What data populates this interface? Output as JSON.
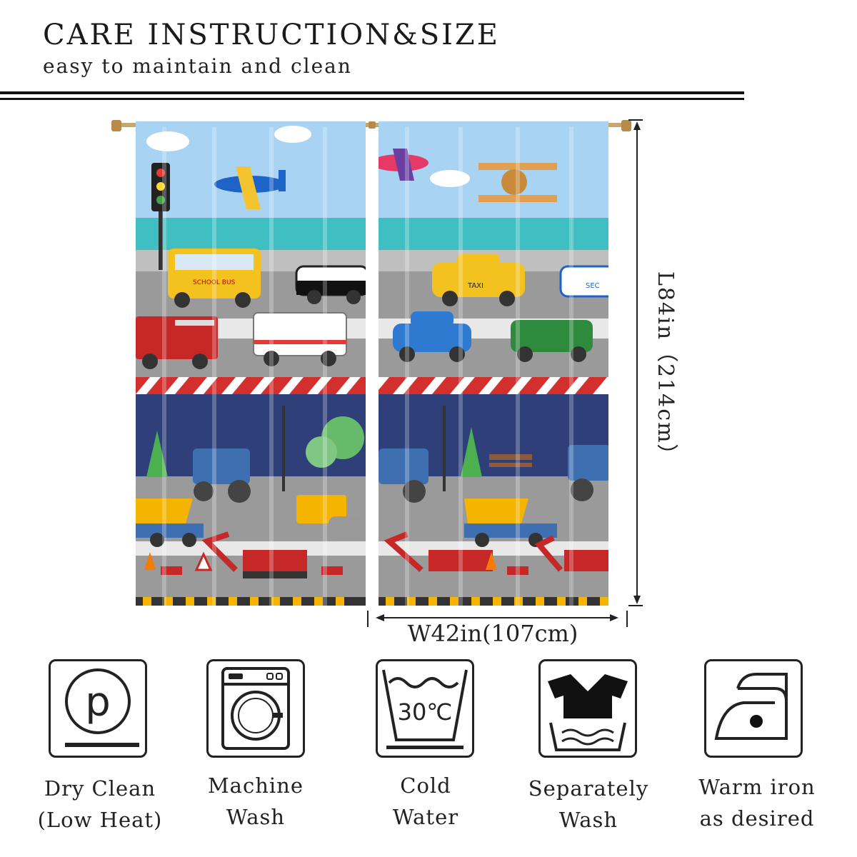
{
  "header": {
    "title": "CARE INSTRUCTION&SIZE",
    "subtitle": "easy to maintain and clean"
  },
  "dimensions": {
    "length": "L84in（214cm）",
    "width": "W42in(107cm)"
  },
  "curtain_labels": {
    "bus": "SCHOOL BUS",
    "taxi": "TAXI",
    "sec": "SEC"
  },
  "care": [
    {
      "icon": "dry-clean-p-icon",
      "line1": "Dry Clean",
      "line2": "(Low Heat)"
    },
    {
      "icon": "washing-machine-icon",
      "line1": "Machine",
      "line2": "Wash"
    },
    {
      "icon": "wash-tub-30c-icon",
      "symbol": "30℃",
      "line1": "Cold",
      "line2": "Water"
    },
    {
      "icon": "separate-wash-shirt-icon",
      "line1": "Separately",
      "line2": "Wash"
    },
    {
      "icon": "warm-iron-icon",
      "line1": "Warm iron",
      "line2": "as desired"
    }
  ],
  "colors": {
    "sky": "#a9d3f2",
    "sea": "#3fbfc2",
    "road": "#9a9a9a",
    "night": "#2e3f7a",
    "stripe_red": "#d32f2f"
  }
}
